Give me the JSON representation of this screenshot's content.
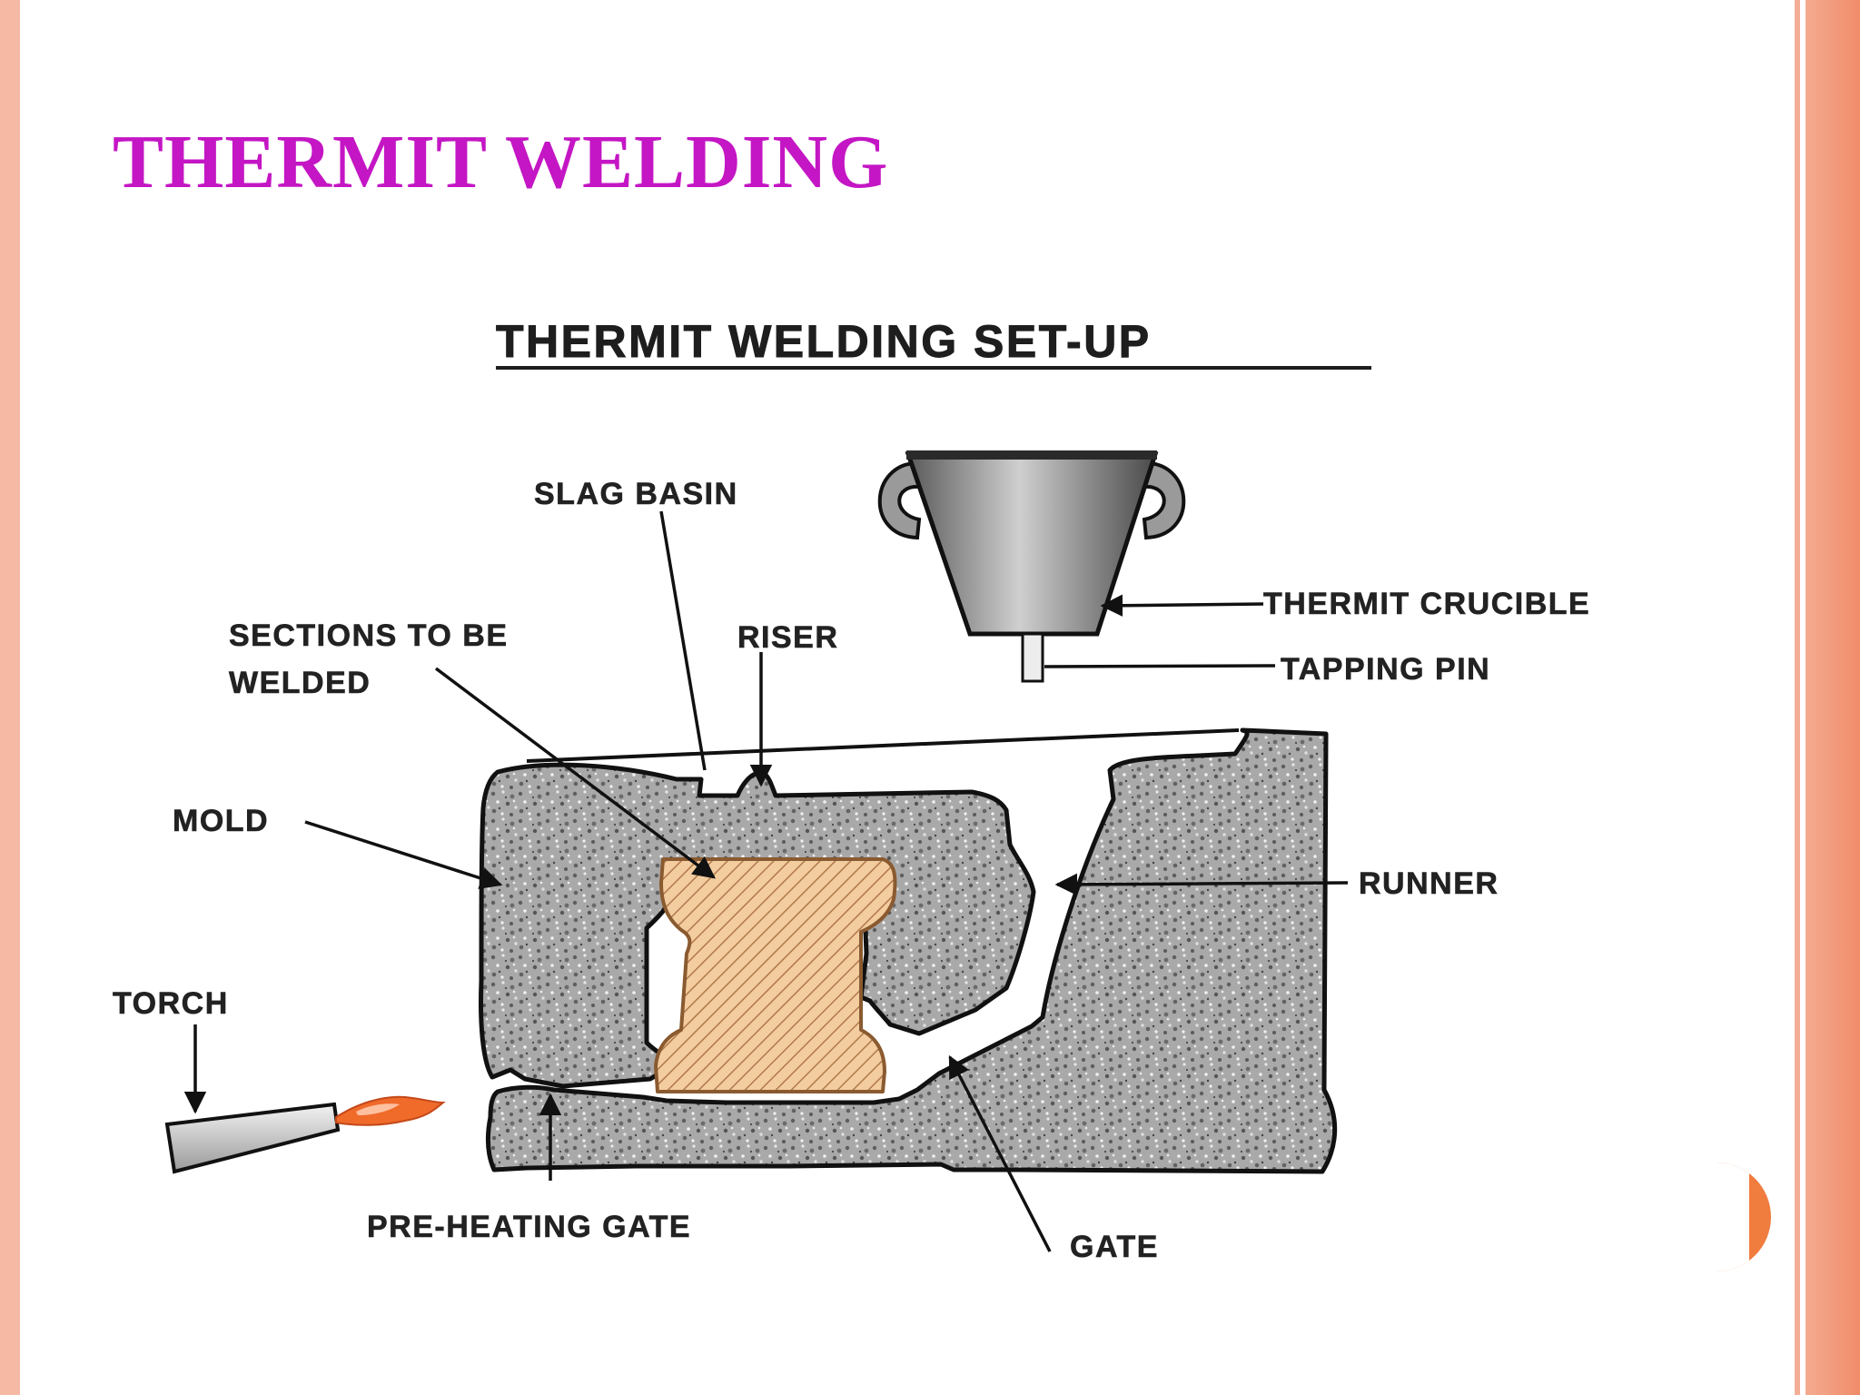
{
  "slide": {
    "title": "THERMIT WELDING",
    "colors": {
      "title": "#c416c4",
      "accent_border": "#f5b9a4",
      "accent_band": "#f08c6a",
      "page_dot": "#f07c3e"
    }
  },
  "diagram": {
    "title": "THERMIT WELDING SET-UP",
    "labels": {
      "slag_basin": "SLAG BASIN",
      "thermit_crucible": "THERMIT CRUCIBLE",
      "tapping_pin": "TAPPING PIN",
      "sections_line1": "SECTIONS TO BE",
      "sections_line2": "WELDED",
      "riser": "RISER",
      "mold": "MOLD",
      "runner": "RUNNER",
      "torch": "TORCH",
      "preheating_gate": "PRE-HEATING GATE",
      "gate": "GATE"
    },
    "colors": {
      "mold": "#a9a9a9",
      "workpiece": "#f2c99a",
      "flame": "#f06a2a",
      "crucible": "#8a8a8a"
    }
  }
}
